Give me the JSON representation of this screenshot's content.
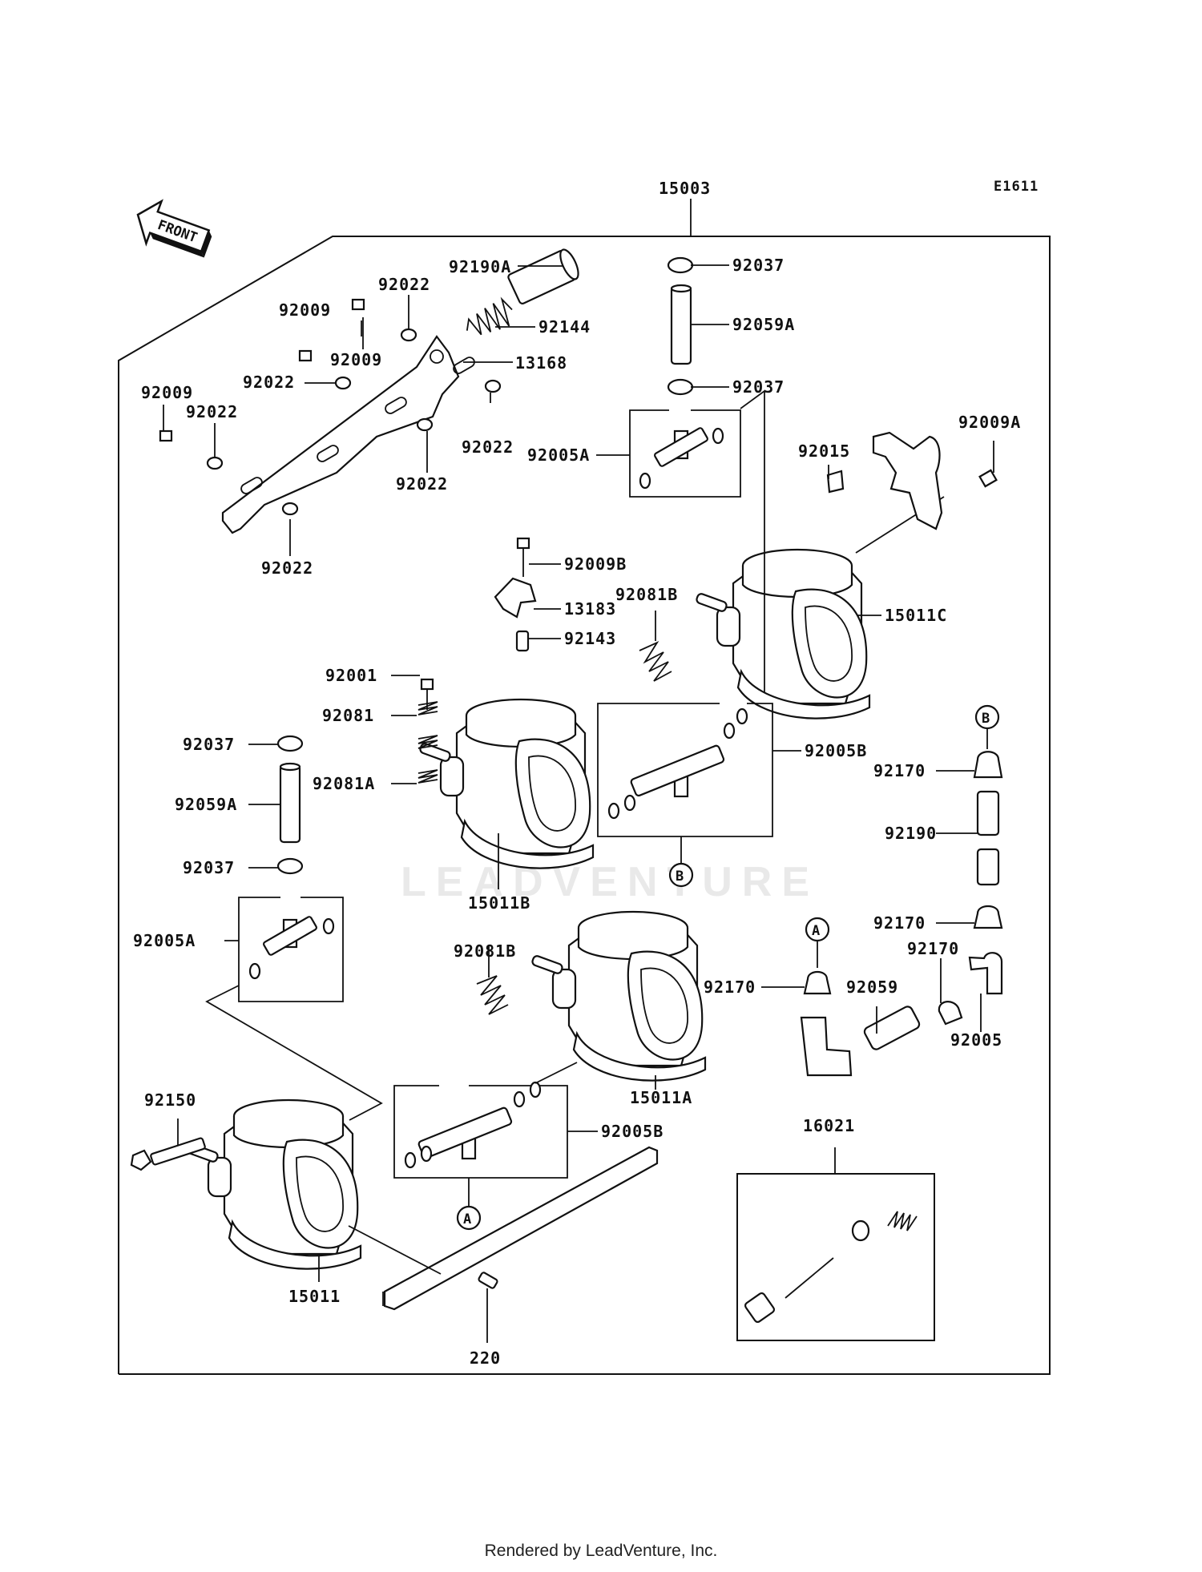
{
  "diagram_code": "E1611",
  "assembly_label": "15003",
  "front_arrow_text": "FRONT",
  "watermark": "LEADVENTURE",
  "footer": "Rendered by LeadVenture, Inc.",
  "callouts": [
    "A",
    "B"
  ],
  "parts": [
    "92190A",
    "92144",
    "13168",
    "92022",
    "92009",
    "92009A",
    "92009B",
    "92037",
    "92059A",
    "92005A",
    "92005B",
    "92015",
    "15011C",
    "13183",
    "92081B",
    "92143",
    "92001",
    "92081",
    "92081A",
    "15011B",
    "92170",
    "92190",
    "92059",
    "92005",
    "15011A",
    "92150",
    "15011",
    "16021",
    "220"
  ]
}
